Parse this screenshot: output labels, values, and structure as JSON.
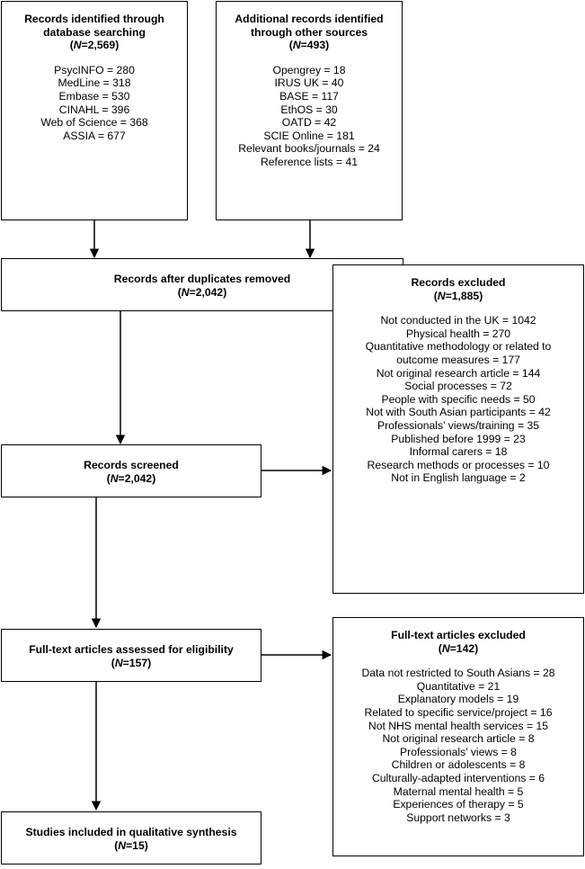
{
  "identification": {
    "database": {
      "title": "Records identified through database searching",
      "title_line1": "Records identified through",
      "title_line2": "database searching",
      "n_label": "N",
      "n_value": "=2,569",
      "items": [
        "PsycINFO = 280",
        "MedLine = 318",
        "Embase = 530",
        "CINAHL = 396",
        "Web of Science = 368",
        "ASSIA = 677"
      ]
    },
    "other": {
      "title": "Additional records identified through other sources",
      "title_line1": "Additional records identified",
      "title_line2": "through other sources",
      "n_label": "N",
      "n_value": "=493",
      "items": [
        "Opengrey = 18",
        "IRUS UK = 40",
        "BASE = 117",
        "EthOS = 30",
        "OATD = 42",
        "SCIE Online = 181",
        "Relevant books/journals = 24",
        "Reference lists = 41"
      ]
    }
  },
  "duplicates_removed": {
    "title": "Records after duplicates removed",
    "n_label": "N",
    "n_value": "=2,042"
  },
  "screened": {
    "title": "Records screened",
    "n_label": "N",
    "n_value": "=2,042"
  },
  "records_excluded": {
    "title": "Records excluded",
    "n_label": "N",
    "n_value": "=1,885",
    "items": [
      "Not conducted in the UK = 1042",
      "Physical health = 270",
      "Quantitative methodology or related to",
      "outcome measures = 177",
      "Not original research article = 144",
      "Social processes = 72",
      "People with specific needs = 50",
      "Not with South Asian participants = 42",
      "Professionals’ views/training = 35",
      "Published before 1999 = 23",
      "Informal carers = 18",
      "Research methods or processes = 10",
      "Not in English language = 2"
    ]
  },
  "eligibility": {
    "title": "Full-text articles assessed for eligibility",
    "n_label": "N",
    "n_value": "=157"
  },
  "fulltext_excluded": {
    "title": "Full-text articles excluded",
    "n_label": "N",
    "n_value": "=142",
    "items": [
      "Data not restricted to South Asians = 28",
      "Quantitative = 21",
      "Explanatory models = 19",
      "Related to specific service/project = 16",
      "Not NHS mental health services = 15",
      "Not original research article = 8",
      "Professionals’ views = 8",
      "Children or adolescents = 8",
      "Culturally-adapted interventions = 6",
      "Maternal mental health = 5",
      "Experiences of therapy = 5",
      "Support networks = 3"
    ]
  },
  "included": {
    "title": "Studies included in qualitative synthesis",
    "n_label": "N",
    "n_value": "=15"
  }
}
